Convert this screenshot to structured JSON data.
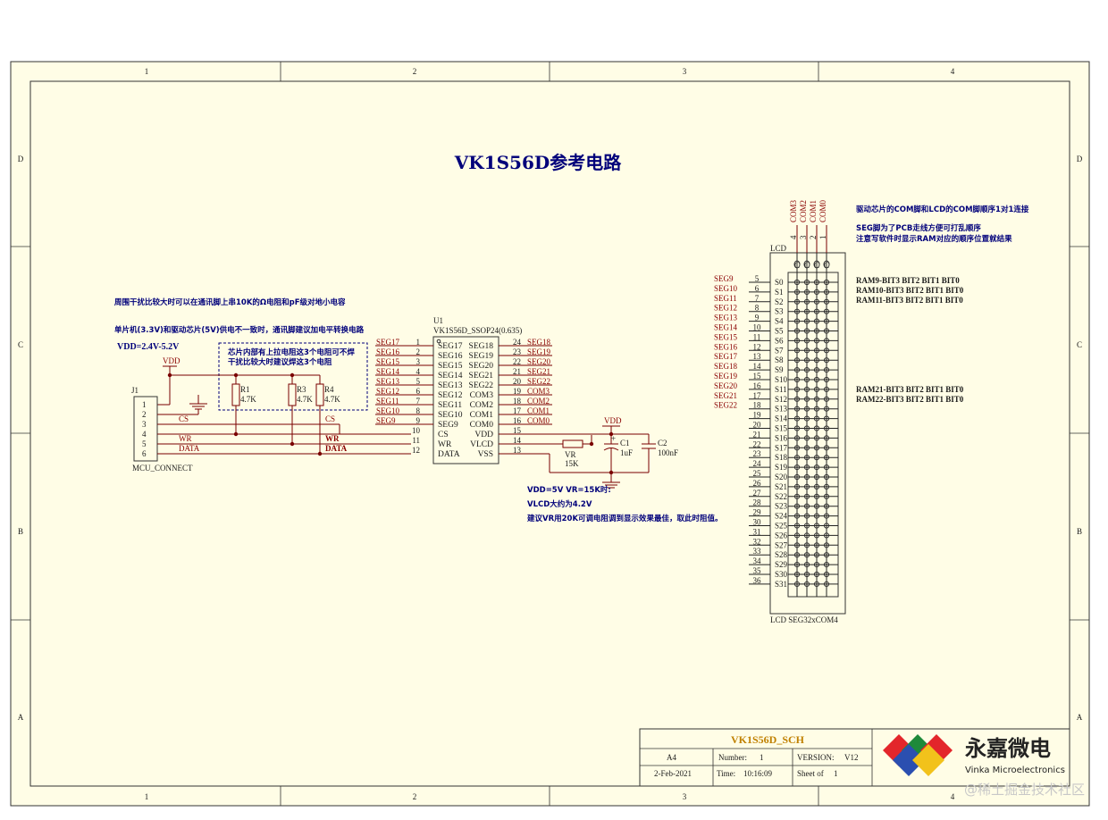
{
  "title": "VK1S56D参考电路",
  "frame": {
    "columns": [
      "1",
      "2",
      "3",
      "4"
    ],
    "rows": [
      "D",
      "C",
      "B",
      "A"
    ]
  },
  "notes": {
    "noise": "周围干扰比较大时可以在通讯脚上串10K的Ω电阻和pF级对地小电容",
    "level": "单片机(3.3V)和驱动芯片(5V)供电不一致时，通讯脚建议加电平转换电路",
    "vdd_range": "VDD=2.4V-5.2V",
    "pullup": "芯片内部有上拉电阻这3个电阻可不焊",
    "pullup2": "干扰比较大时建议焊这3个电阻",
    "vr1": "VDD=5V VR=15K时:",
    "vr2": "VLCD大约为4.2V",
    "vr3": "建议VR用20K可调电阻调到显示效果最佳，取此时阻值。",
    "com_note": "驱动芯片的COM脚和LCD的COM脚顺序1对1连接",
    "seg_note1": "SEG脚为了PCB走线方便可打乱顺序",
    "seg_note2": "注意写软件时显示RAM对应的顺序位置就结果"
  },
  "connector": {
    "ref": "J1",
    "name": "MCU_CONNECT",
    "pins": [
      "1",
      "2",
      "3",
      "4",
      "5",
      "6"
    ],
    "signals": [
      "CS",
      "WR",
      "DATA"
    ]
  },
  "power": {
    "vdd": "VDD"
  },
  "resistors": [
    {
      "ref": "R1",
      "val": "4.7K"
    },
    {
      "ref": "R3",
      "val": "4.7K"
    },
    {
      "ref": "R4",
      "val": "4.7K"
    }
  ],
  "chip": {
    "ref": "U1",
    "part": "VK1S56D_SSOP24(0.635)",
    "left_pins": [
      {
        "num": "1",
        "net": "SEG17",
        "name": "SEG17"
      },
      {
        "num": "2",
        "net": "SEG16",
        "name": "SEG16"
      },
      {
        "num": "3",
        "net": "SEG15",
        "name": "SEG15"
      },
      {
        "num": "4",
        "net": "SEG14",
        "name": "SEG14"
      },
      {
        "num": "5",
        "net": "SEG13",
        "name": "SEG13"
      },
      {
        "num": "6",
        "net": "SEG12",
        "name": "SEG12"
      },
      {
        "num": "7",
        "net": "SEG11",
        "name": "SEG11"
      },
      {
        "num": "8",
        "net": "SEG10",
        "name": "SEG10"
      },
      {
        "num": "9",
        "net": "SEG9",
        "name": "SEG9"
      },
      {
        "num": "10",
        "net": "CS",
        "name": "CS"
      },
      {
        "num": "11",
        "net": "WR",
        "name": "WR"
      },
      {
        "num": "12",
        "net": "DATA",
        "name": "DATA"
      }
    ],
    "right_pins": [
      {
        "num": "24",
        "net": "SEG18",
        "name": "SEG18"
      },
      {
        "num": "23",
        "net": "SEG19",
        "name": "SEG19"
      },
      {
        "num": "22",
        "net": "SEG20",
        "name": "SEG20"
      },
      {
        "num": "21",
        "net": "SEG21",
        "name": "SEG21"
      },
      {
        "num": "20",
        "net": "SEG22",
        "name": "SEG22"
      },
      {
        "num": "19",
        "net": "COM3",
        "name": "COM3"
      },
      {
        "num": "18",
        "net": "COM2",
        "name": "COM2"
      },
      {
        "num": "17",
        "net": "COM1",
        "name": "COM1"
      },
      {
        "num": "16",
        "net": "COM0",
        "name": "COM0"
      },
      {
        "num": "15",
        "net": "",
        "name": "VDD"
      },
      {
        "num": "14",
        "net": "",
        "name": "VLCD"
      },
      {
        "num": "13",
        "net": "",
        "name": "VSS"
      }
    ]
  },
  "passives": {
    "vr": {
      "ref": "VR",
      "val": "15K"
    },
    "c1": {
      "ref": "C1",
      "val": "1uF"
    },
    "c2": {
      "ref": "C2",
      "val": "100nF"
    }
  },
  "lcd": {
    "ref": "LCD",
    "name": "LCD SEG32xCOM4",
    "com_labels": [
      "COM3",
      "COM2",
      "COM1",
      "COM0"
    ],
    "com_nums": [
      "4",
      "3",
      "2",
      "1"
    ],
    "com_head": [
      "C",
      "C",
      "C",
      "C"
    ],
    "seg_nets": [
      "SEG9",
      "SEG10",
      "SEG11",
      "SEG12",
      "SEG13",
      "SEG14",
      "SEG15",
      "SEG16",
      "SEG17",
      "SEG18",
      "SEG19",
      "SEG20",
      "SEG21",
      "SEG22"
    ],
    "rows": [
      {
        "num": "5",
        "s": "S0"
      },
      {
        "num": "6",
        "s": "S1"
      },
      {
        "num": "7",
        "s": "S2"
      },
      {
        "num": "8",
        "s": "S3"
      },
      {
        "num": "9",
        "s": "S4"
      },
      {
        "num": "10",
        "s": "S5"
      },
      {
        "num": "11",
        "s": "S6"
      },
      {
        "num": "12",
        "s": "S7"
      },
      {
        "num": "13",
        "s": "S8"
      },
      {
        "num": "14",
        "s": "S9"
      },
      {
        "num": "15",
        "s": "S10"
      },
      {
        "num": "16",
        "s": "S11"
      },
      {
        "num": "17",
        "s": "S12"
      },
      {
        "num": "18",
        "s": "S13"
      },
      {
        "num": "19",
        "s": "S14"
      },
      {
        "num": "20",
        "s": "S15"
      },
      {
        "num": "21",
        "s": "S16"
      },
      {
        "num": "22",
        "s": "S17"
      },
      {
        "num": "23",
        "s": "S18"
      },
      {
        "num": "24",
        "s": "S19"
      },
      {
        "num": "25",
        "s": "S20"
      },
      {
        "num": "26",
        "s": "S21"
      },
      {
        "num": "27",
        "s": "S22"
      },
      {
        "num": "28",
        "s": "S23"
      },
      {
        "num": "29",
        "s": "S24"
      },
      {
        "num": "30",
        "s": "S25"
      },
      {
        "num": "31",
        "s": "S26"
      },
      {
        "num": "32",
        "s": "S27"
      },
      {
        "num": "33",
        "s": "S28"
      },
      {
        "num": "34",
        "s": "S29"
      },
      {
        "num": "35",
        "s": "S30"
      },
      {
        "num": "36",
        "s": "S31"
      }
    ],
    "ram": [
      "RAM9-BIT3  BIT2  BIT1  BIT0",
      "RAM10-BIT3  BIT2  BIT1  BIT0",
      "RAM11-BIT3  BIT2  BIT1  BIT0",
      "RAM21-BIT3  BIT2  BIT1  BIT0",
      "RAM22-BIT3  BIT2  BIT1  BIT0"
    ]
  },
  "titleblock": {
    "name": "VK1S56D_SCH",
    "size": "A4",
    "number_label": "Number:",
    "number": "1",
    "version_label": "VERSION:",
    "version": "V12",
    "date": "2-Feb-2021",
    "time_label": "Time:",
    "time": "10:16:09",
    "sheet_label": "Sheet of",
    "sheet": "1"
  },
  "logo": {
    "cn": "永嘉微电",
    "en": "Vinka Microelectronics",
    "colors": [
      "#e3262b",
      "#1e8a3a",
      "#2b4fb0",
      "#f2c21b"
    ]
  },
  "watermark": "@稀土掘金技术社区"
}
